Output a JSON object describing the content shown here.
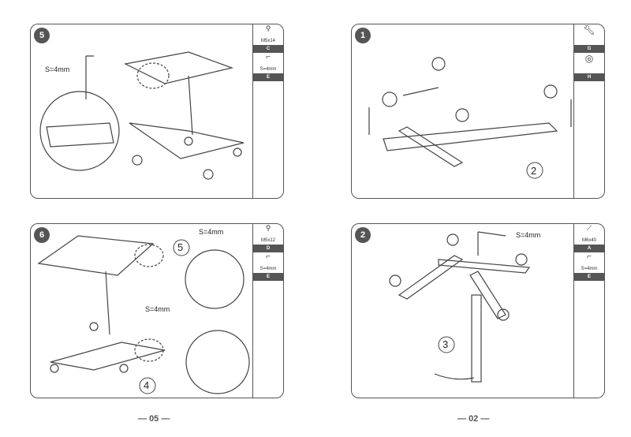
{
  "panels": [
    {
      "step": "5",
      "note": "S=4mm",
      "parts": [
        {
          "spec": "M5x14",
          "code": "C",
          "icon": "screw-icon"
        },
        {
          "spec": "S=4mm",
          "code": "E",
          "icon": "allen-key-icon"
        }
      ]
    },
    {
      "step": "1",
      "callout": "2",
      "parts": [
        {
          "spec": "",
          "code": "G",
          "icon": "wrench-icon"
        },
        {
          "spec": "",
          "code": "H",
          "icon": "caster-icon"
        }
      ]
    },
    {
      "step": "6",
      "note": "S=4mm",
      "note2": "S=4mm",
      "callout": "5",
      "callout2": "4",
      "parts": [
        {
          "spec": "M5x12",
          "code": "D",
          "icon": "screw-icon"
        },
        {
          "spec": "S=4mm",
          "code": "E",
          "icon": "allen-key-icon"
        }
      ]
    },
    {
      "step": "2",
      "note": "S=4mm",
      "callout": "3",
      "parts": [
        {
          "spec": "M6x40",
          "code": "A",
          "icon": "bolt-icon"
        },
        {
          "spec": "S=4mm",
          "code": "E",
          "icon": "allen-key-icon"
        }
      ]
    }
  ],
  "page_left": "05",
  "page_right": "02"
}
